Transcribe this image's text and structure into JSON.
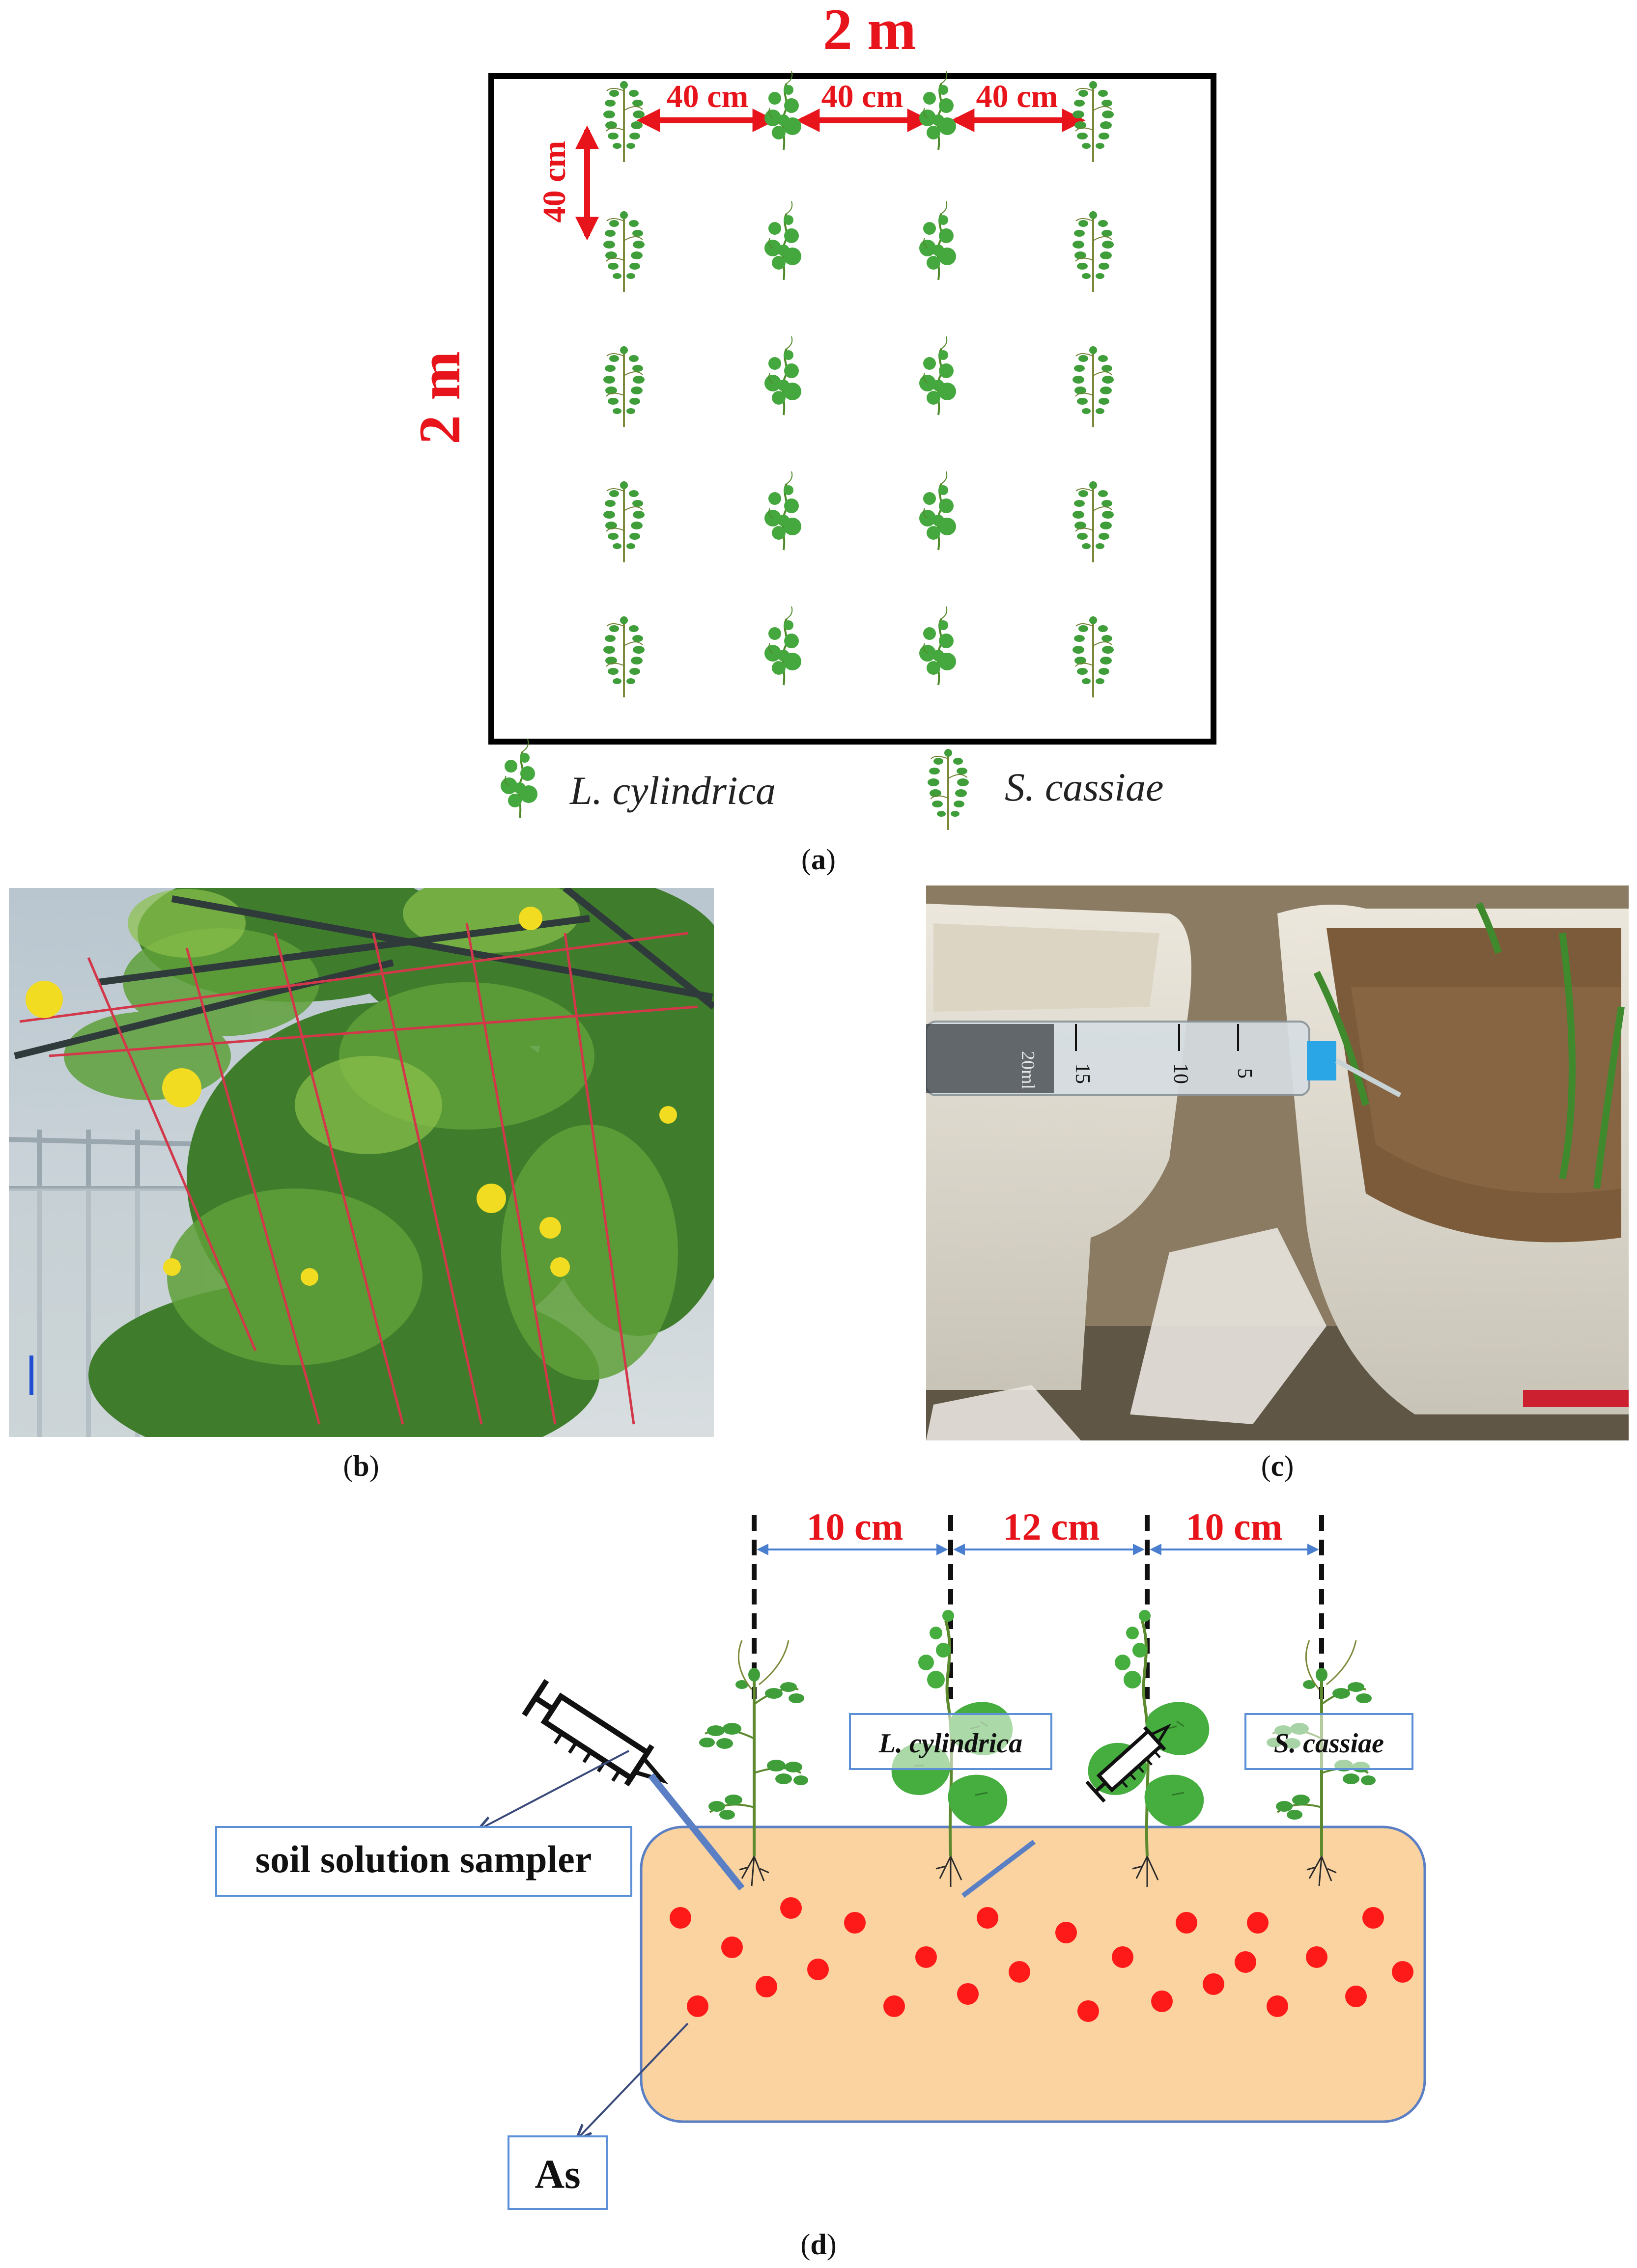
{
  "panel_a": {
    "top_dim": "2 m",
    "side_dim": "2 m",
    "spacing_labels": [
      "40 cm",
      "40 cm",
      "40 cm"
    ],
    "vertical_spacing": "40 cm",
    "legend": [
      {
        "name": "L. cylindrica"
      },
      {
        "name": "S. cassiae"
      }
    ],
    "caption": {
      "open": "(",
      "letter": "a",
      "close": ")"
    }
  },
  "panel_b": {
    "caption": {
      "open": "(",
      "letter": "b",
      "close": ")"
    }
  },
  "panel_c": {
    "syringe_ticks": [
      "5",
      "10",
      "15"
    ],
    "syringe_unit": "20ml",
    "caption": {
      "open": "(",
      "letter": "c",
      "close": ")"
    }
  },
  "panel_d": {
    "spacing_labels": [
      "10 cm",
      "12 cm",
      "10 cm"
    ],
    "plant_labels": [
      "L. cylindrica",
      "S. cassiae"
    ],
    "sampler_label": "soil solution sampler",
    "as_label": "As",
    "caption": {
      "open": "(",
      "letter": "d",
      "close": ")"
    }
  },
  "colors": {
    "dimension_red": "#e8141b",
    "soil": "#fad3a0",
    "soil_border": "#5b7fc4",
    "callout_border": "#5b8fd6",
    "plant_green": "#3f9e3a",
    "as_dot": "#ff1a1a"
  }
}
